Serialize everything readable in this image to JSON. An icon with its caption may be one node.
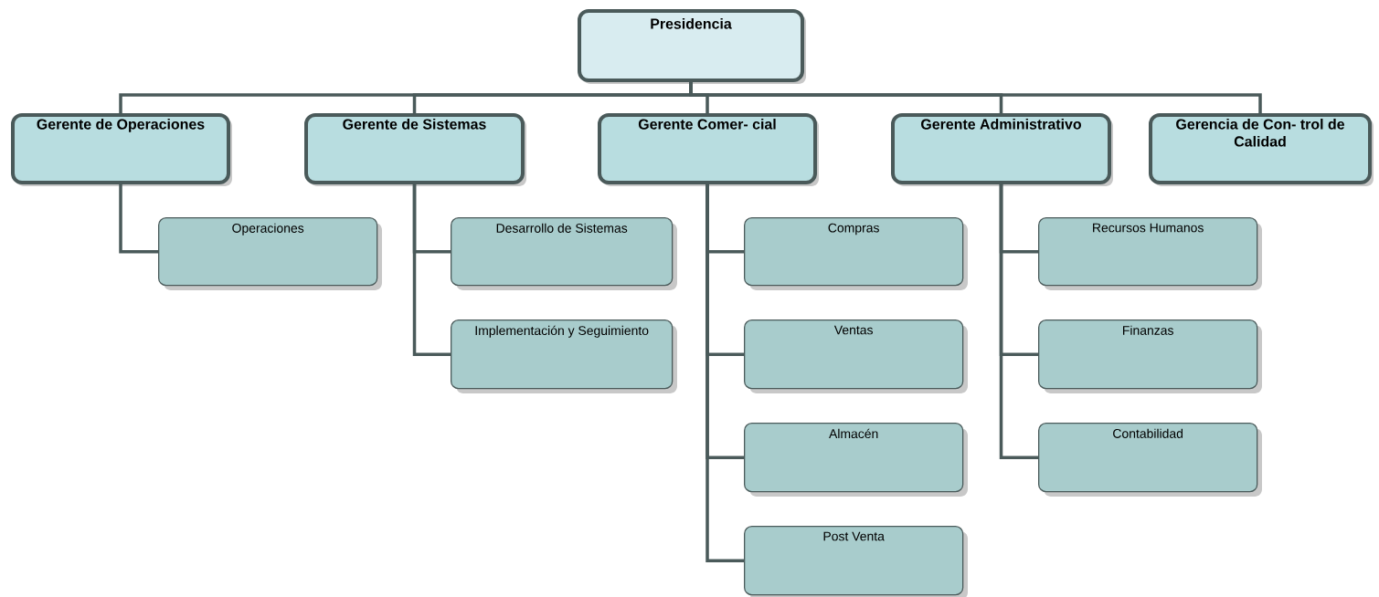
{
  "diagram": {
    "nodes": [
      {
        "text": [
          "Presidencia"
        ]
      },
      {
        "text": [
          "Gerente de Operaciones"
        ]
      },
      {
        "text": [
          "Gerente de Sistemas"
        ]
      },
      {
        "text": [
          "Gerente Comer- cial"
        ]
      },
      {
        "text": [
          "Gerente Administrativo"
        ]
      },
      {
        "text": [
          "Gerencia de Con- trol de Calidad"
        ]
      },
      {
        "text": [
          "Operaciones"
        ]
      },
      {
        "text": [
          "Desarrollo de Sistemas"
        ]
      },
      {
        "text": [
          "Implementación y Seguimiento"
        ]
      },
      {
        "text": [
          "Compras"
        ]
      },
      {
        "text": [
          "Ventas"
        ]
      },
      {
        "text": [
          "Almacén"
        ]
      },
      {
        "text": [
          "Post Venta"
        ]
      },
      {
        "text": [
          "Recursos Humanos"
        ]
      },
      {
        "text": [
          "Finanzas"
        ]
      },
      {
        "text": [
          "Contabilidad"
        ]
      }
    ],
    "edges": [
      {
        "from": 0,
        "to": 1,
        "arrow": "none"
      },
      {
        "from": 0,
        "to": 2,
        "arrow": "none"
      },
      {
        "from": 0,
        "to": 3,
        "arrow": "none"
      },
      {
        "from": 0,
        "to": 4,
        "arrow": "none"
      },
      {
        "from": 0,
        "to": 5,
        "arrow": "none"
      },
      {
        "from": 1,
        "to": 6,
        "arrow": "none"
      },
      {
        "from": 2,
        "to": 7,
        "arrow": "none"
      },
      {
        "from": 2,
        "to": 8,
        "arrow": "none"
      },
      {
        "from": 3,
        "to": 9,
        "arrow": "none"
      },
      {
        "from": 3,
        "to": 10,
        "arrow": "none"
      },
      {
        "from": 3,
        "to": 11,
        "arrow": "none"
      },
      {
        "from": 3,
        "to": 12,
        "arrow": "none"
      },
      {
        "from": 4,
        "to": 13,
        "arrow": "none"
      },
      {
        "from": 4,
        "to": 14,
        "arrow": "none"
      },
      {
        "from": 4,
        "to": 15,
        "arrow": "none"
      }
    ]
  }
}
